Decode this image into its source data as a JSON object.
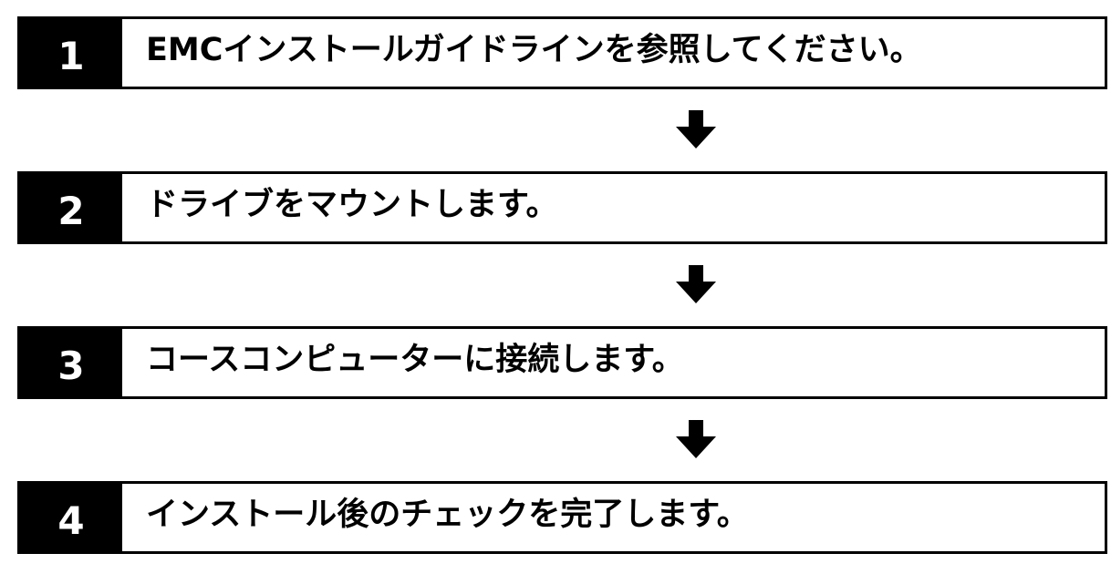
{
  "steps": [
    {
      "number": "1",
      "text": "EMCインストールガイドラインを参照してください。"
    },
    {
      "number": "2",
      "text": "ドライブをマウントします。"
    },
    {
      "number": "3",
      "text": "コースコンピューターに接続します。"
    },
    {
      "number": "4",
      "text": "インストール後のチェックを完了します。"
    }
  ],
  "icons": {
    "arrow": "down-arrow-icon"
  },
  "colors": {
    "foreground": "#000000",
    "background": "#ffffff"
  }
}
